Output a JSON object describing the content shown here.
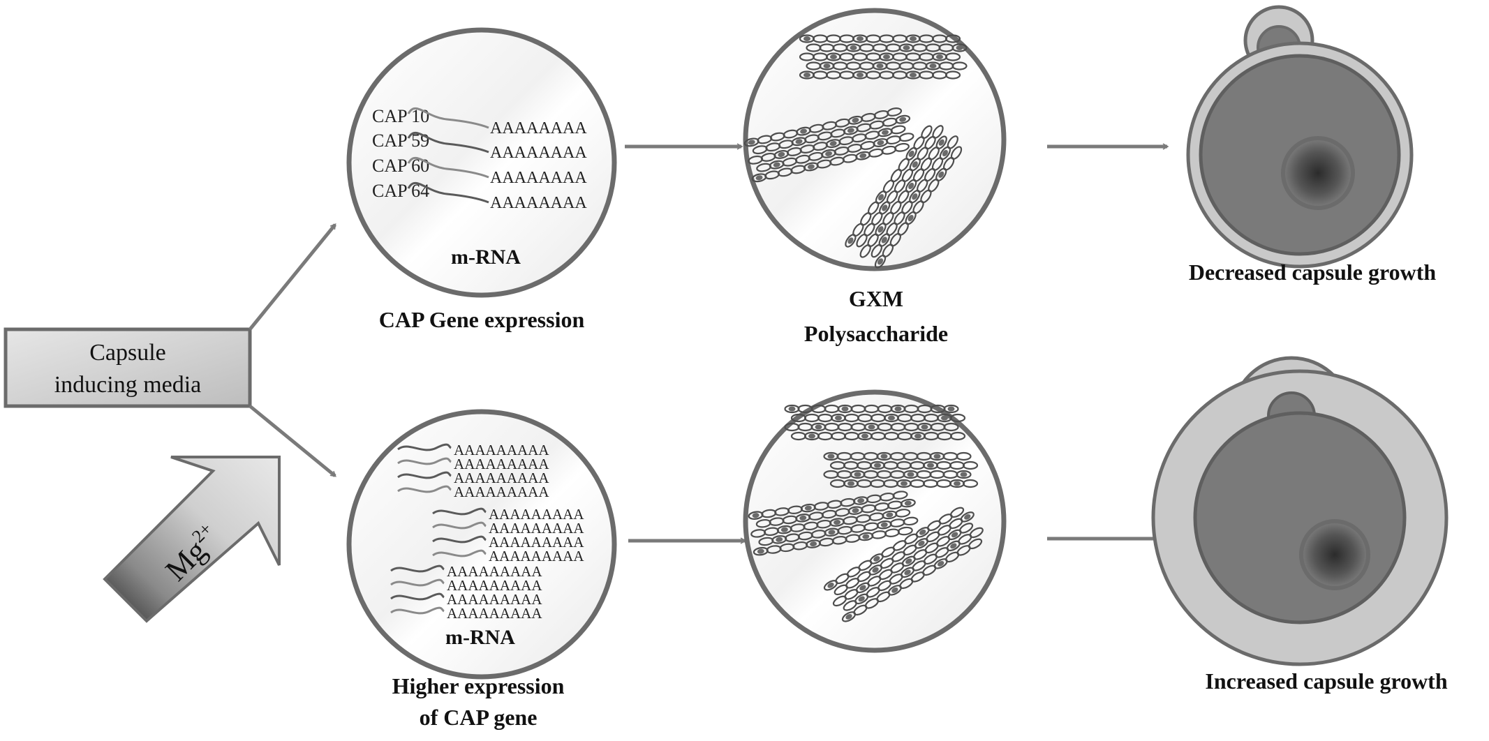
{
  "input_box": {
    "label_line1": "Capsule",
    "label_line2": "inducing media"
  },
  "mg_arrow": {
    "label": "Mg",
    "superscript": "2+"
  },
  "top_row": {
    "genes": [
      {
        "name": "CAP 10",
        "tail": "AAAAAAAA"
      },
      {
        "name": "CAP 59",
        "tail": "AAAAAAAA"
      },
      {
        "name": "CAP 60",
        "tail": "AAAAAAAA"
      },
      {
        "name": "CAP 64",
        "tail": "AAAAAAAA"
      }
    ],
    "mrna_label": "m-RNA",
    "expression_caption": "CAP Gene expression",
    "gxm_caption_line1": "GXM",
    "gxm_caption_line2": "Polysaccharide",
    "outcome": "Decreased capsule growth"
  },
  "bottom_row": {
    "polya": [
      "AAAAAAAAA",
      "AAAAAAAAA",
      "AAAAAAAAA",
      "AAAAAAAAA",
      "AAAAAAAAA",
      "AAAAAAAAA",
      "AAAAAAAAA",
      "AAAAAAAAA",
      "AAAAAAAAA",
      "AAAAAAAAA",
      "AAAAAAAAA",
      "AAAAAAAAA"
    ],
    "mrna_label": "m-RNA",
    "expression_caption_line1": "Higher expression",
    "expression_caption_line2": "of CAP gene",
    "outcome": "Increased capsule growth"
  },
  "colors": {
    "outline": "#6b6b6b",
    "strand_dark": "#5a5a5a",
    "strand_light": "#8a8a8a",
    "cell_body": "#7a7a7a",
    "capsule": "#c9c9c9",
    "nucleus": "#4a4a4a"
  }
}
